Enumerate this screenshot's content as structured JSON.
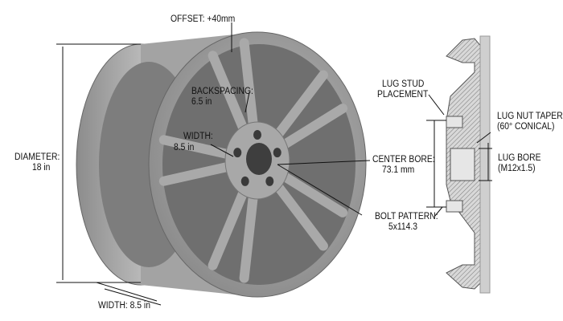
{
  "labels": {
    "offset": "OFFSET: +40mm",
    "backspacing_title": "BACKSPACING:",
    "backspacing_value": "6.5 in",
    "width_front_title": "WIDTH:",
    "width_front_value": "8.5 in",
    "diameter_title": "DIAMETER:",
    "diameter_value": "18 in",
    "width_bottom": "WIDTH: 8.5 in",
    "center_bore_title": "CENTER BORE:",
    "center_bore_value": "73.1 mm",
    "bolt_pattern_title": "BOLT PATTERN:",
    "bolt_pattern_value": "5x114.3",
    "lug_stud_line1": "LUG STUD",
    "lug_stud_line2": "PLACEMENT",
    "lug_nut_taper_line1": "LUG NUT TAPER",
    "lug_nut_taper_line2": "(60° CONICAL)",
    "lug_bore_line1": "LUG BORE",
    "lug_bore_line2": "(M12x1.5)"
  },
  "colors": {
    "wheel": "#9a9a9a",
    "wheel_dark": "#6e6e6e",
    "wheel_light": "#c9c9c9",
    "annotation": "#111111"
  }
}
